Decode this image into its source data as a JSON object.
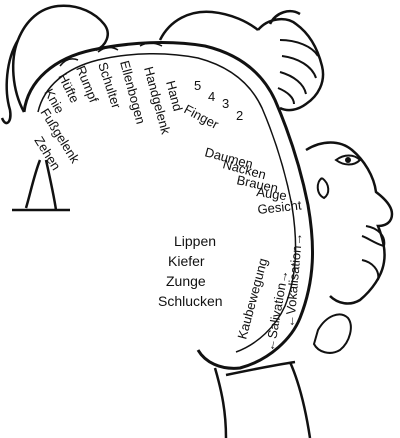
{
  "labels": {
    "body": [
      "Hand",
      "Handgelenk",
      "Ellenbogen",
      "Schulter",
      "Rumpf",
      "Hüfte",
      "Knie",
      "Fußgelenk",
      "Zehen"
    ],
    "finger_numbers": [
      "5",
      "4",
      "3",
      "2"
    ],
    "finger": "Finger",
    "face": [
      "Daumen",
      "Nacken",
      "Brauen",
      "Auge",
      "Gesicht"
    ],
    "mouth": [
      "Lippen",
      "Kiefer",
      "Zunge",
      "Schlucken"
    ],
    "arcs": {
      "kaubewegung": "Kaubewegung",
      "salivation": "←Salivation→",
      "vokalisation": "←Vokalisation→"
    }
  },
  "colors": {
    "line": "#111111",
    "background": "#ffffff"
  }
}
